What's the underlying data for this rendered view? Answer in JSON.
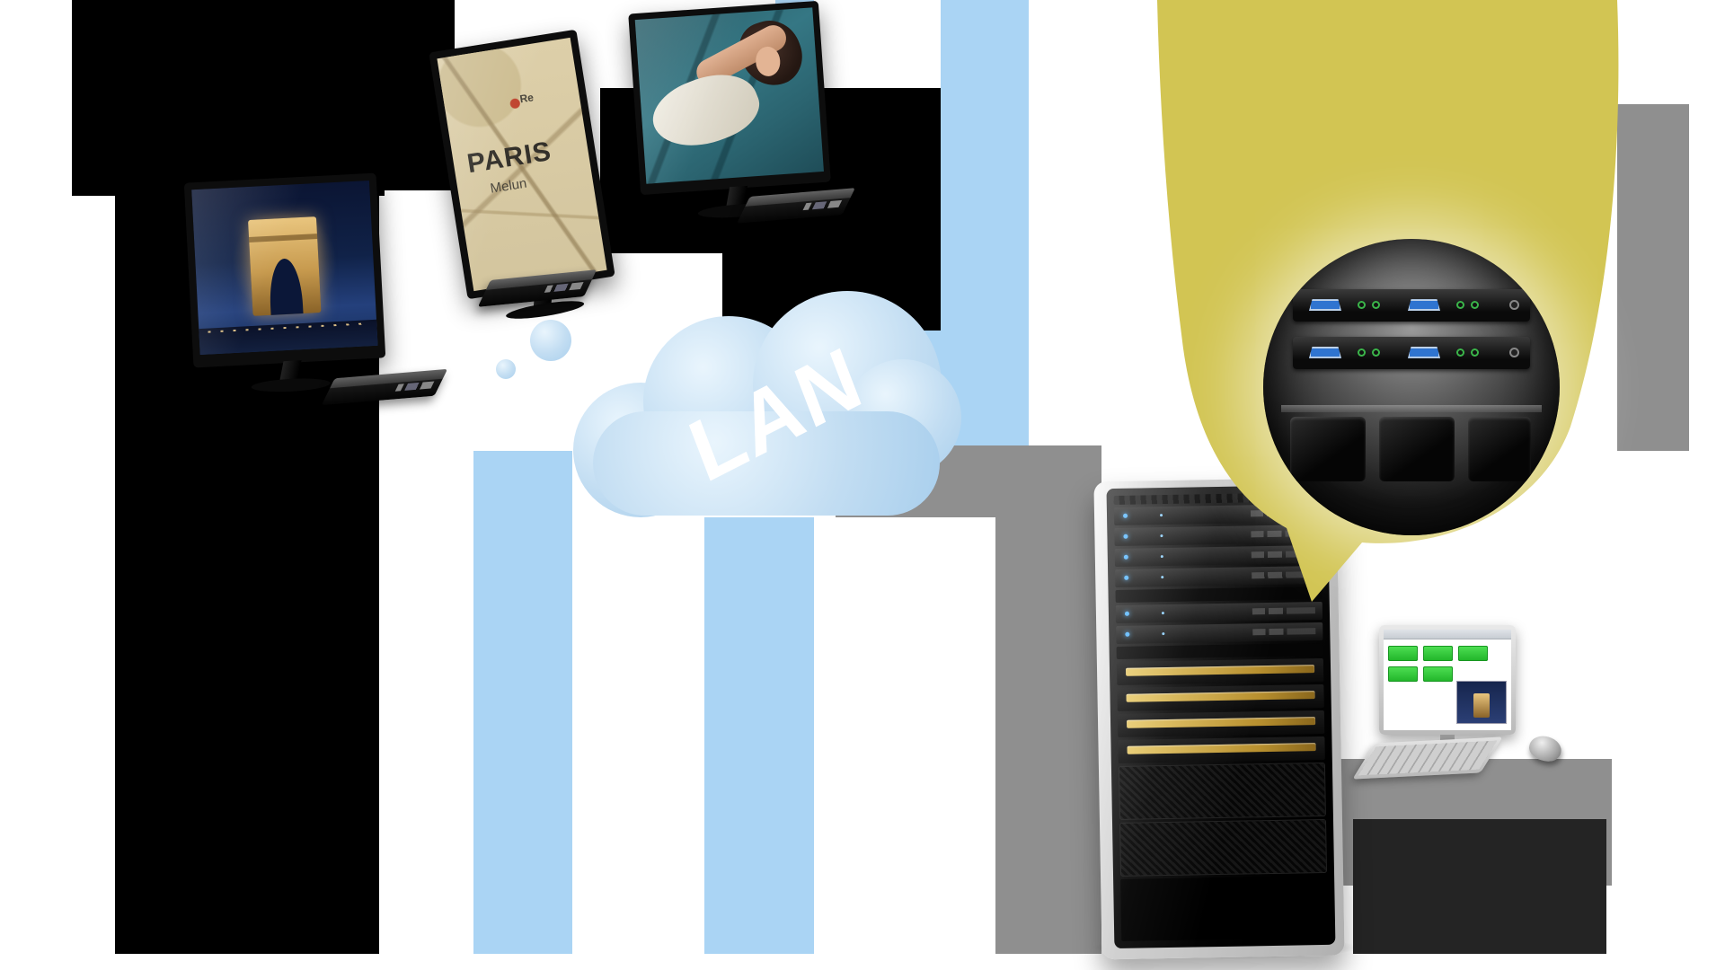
{
  "labels": {
    "lan": "LAN",
    "map_city": "PARIS",
    "map_town": "Melun",
    "map_road": "Re"
  },
  "colors": {
    "cloud_light": "#e9f5fd",
    "cloud_mid": "#c2ddf2",
    "cloud_deep": "#a9cfed",
    "blob_yellow": "#d2c553",
    "stripe_blue": "#aad4f4",
    "block_black": "#000000",
    "block_gray": "#8f8f8f",
    "ui_green": "#4fe055"
  }
}
